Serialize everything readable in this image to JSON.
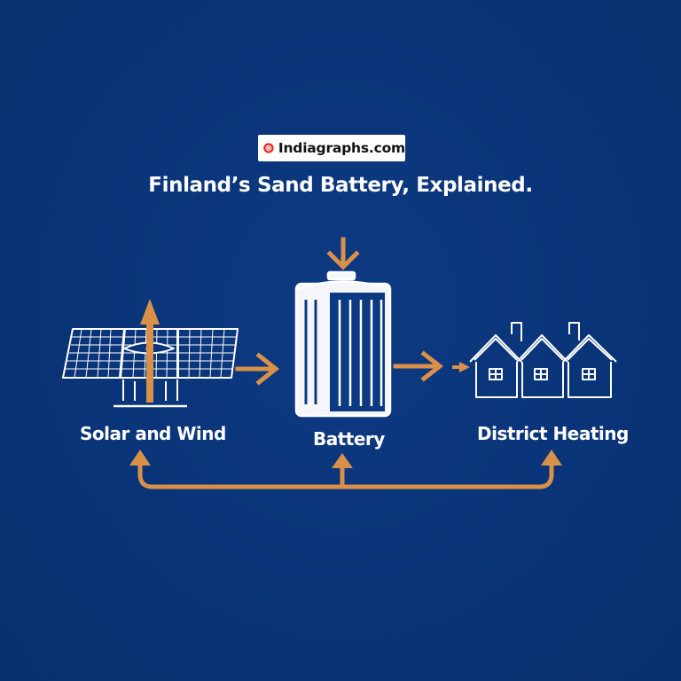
{
  "brand": {
    "text": "Indiagraphs.com",
    "logo_color": "#e8231f"
  },
  "title": "Finland’s Sand Battery, Explained.",
  "nodes": [
    {
      "id": "solar-wind",
      "label": "Solar and Wind",
      "icon": "solar-panel-icon"
    },
    {
      "id": "battery",
      "label": "Battery",
      "icon": "battery-icon"
    },
    {
      "id": "district-heating",
      "label": "District Heating",
      "icon": "houses-icon"
    }
  ],
  "colors": {
    "background": "#0a3478",
    "arrow": "#d9914a",
    "line": "#ffffff"
  }
}
